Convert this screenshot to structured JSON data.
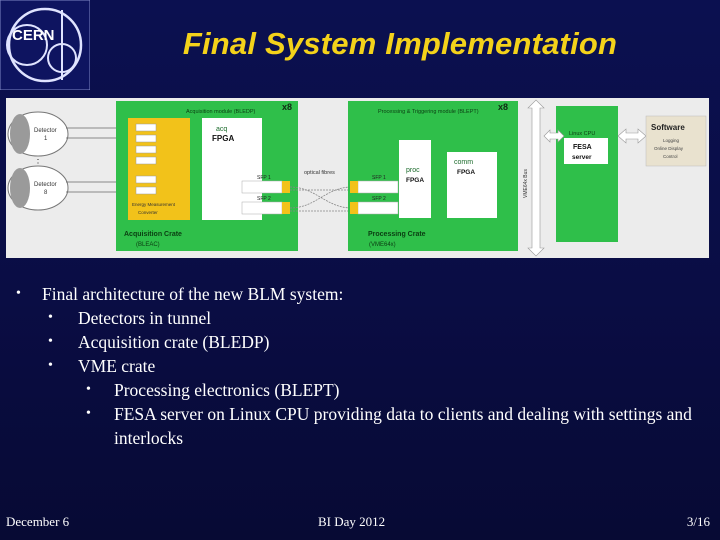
{
  "header": {
    "logo_text": "CERN",
    "title": "Final System Implementation"
  },
  "diagram": {
    "detector_top": "Detector",
    "detector_top_num": "1",
    "detector_bottom": "Detector",
    "detector_bottom_num": "8",
    "acq_module_title": "Acquisition module (BLEDP)",
    "acq_x8": "x8",
    "acq_fpga_small": "acq",
    "acq_fpga": "FPGA",
    "adc_label": "Energy Measurement",
    "converter_label": "Converter",
    "sfp1": "SFP 1",
    "sfp2": "SFP 2",
    "acq_crate_title": "Acquisition Crate",
    "acq_crate_code": "(BLEAC)",
    "fibres_label": "optical fibres",
    "proc_module_title": "Processing & Triggering module (BLEPT)",
    "proc_x8": "x8",
    "proc_fpga_small": "proc",
    "proc_fpga": "FPGA",
    "comm_fpga_small": "comm",
    "comm_fpga": "FPGA",
    "proc_sfp1": "SFP 1",
    "proc_sfp2": "SFP 2",
    "proc_crate_title": "Processing Crate",
    "proc_crate_code": "(VME64x)",
    "vme_bus_label": "VME64x Bus",
    "cpu_title": "Linux CPU",
    "fesa_line1": "FESA",
    "fesa_line2": "server",
    "software_title": "Software",
    "software_l1": "Logging",
    "software_l2": "Online Display",
    "software_l3": "Control"
  },
  "bullets": [
    {
      "level": 1,
      "text": "Final architecture of the new BLM system:"
    },
    {
      "level": 2,
      "text": "Detectors in tunnel"
    },
    {
      "level": 2,
      "text": "Acquisition crate (BLEDP)"
    },
    {
      "level": 2,
      "text": "VME crate"
    },
    {
      "level": 3,
      "text": "Processing electronics (BLEPT)"
    },
    {
      "level": 3,
      "text": "FESA server on Linux CPU providing data to clients and dealing with settings and interlocks"
    }
  ],
  "footer": {
    "date": "December 6",
    "event": "BI Day 2012",
    "page": "3/16"
  },
  "colors": {
    "background": "#0a0d44",
    "title": "#f4d21a",
    "module_green": "#2fbf4a",
    "acq_yellow": "#f2c21a"
  }
}
